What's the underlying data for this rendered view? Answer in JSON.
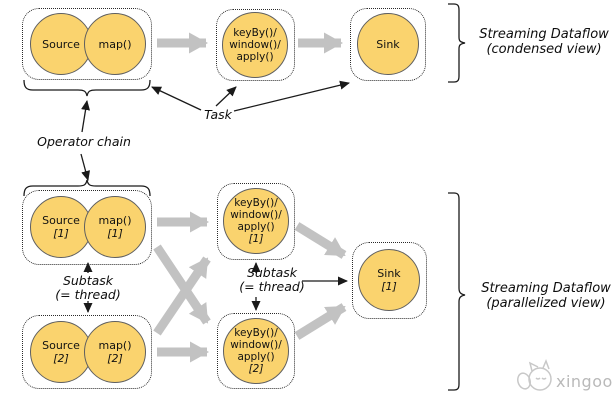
{
  "condensed": {
    "chain": {
      "source": "Source",
      "map": "map()"
    },
    "task": {
      "line1": "keyBy()/",
      "line2": "window()/",
      "line3": "apply()"
    },
    "sink": "Sink",
    "caption": {
      "line1": "Streaming Dataflow",
      "line2": "(condensed view)"
    }
  },
  "annotations": {
    "operator_chain": "Operator chain",
    "task": "Task",
    "subtask_left": {
      "line1": "Subtask",
      "line2": "(= thread)"
    },
    "subtask_mid": {
      "line1": "Subtask",
      "line2": "(= thread)"
    }
  },
  "parallel": {
    "chain1": {
      "source": "Source",
      "source_idx": "[1]",
      "map": "map()",
      "map_idx": "[1]"
    },
    "chain2": {
      "source": "Source",
      "source_idx": "[2]",
      "map": "map()",
      "map_idx": "[2]"
    },
    "keyby1": {
      "line1": "keyBy()/",
      "line2": "window()/",
      "line3": "apply()",
      "idx": "[1]"
    },
    "keyby2": {
      "line1": "keyBy()/",
      "line2": "window()/",
      "line3": "apply()",
      "idx": "[2]"
    },
    "sink": {
      "label": "Sink",
      "idx": "[1]"
    },
    "caption": {
      "line1": "Streaming Dataflow",
      "line2": "(parallelized view)"
    }
  },
  "watermark": {
    "text": "xingoo"
  },
  "colors": {
    "node_fill": "#FAD36E",
    "node_stroke": "#5F5F5F",
    "flow_arrow": "#C2C2C2",
    "annotation_line": "#1A1A1A",
    "watermark": "#BDBDBD"
  }
}
